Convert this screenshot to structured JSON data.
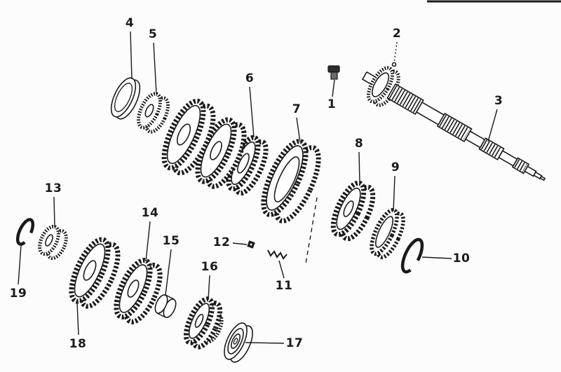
{
  "colors": {
    "ink": "#1a1a1a",
    "paper": "#fcfcfc"
  },
  "diagram": {
    "callouts": [
      {
        "label": "1"
      },
      {
        "label": "2"
      },
      {
        "label": "3"
      },
      {
        "label": "4"
      },
      {
        "label": "5"
      },
      {
        "label": "6"
      },
      {
        "label": "7"
      },
      {
        "label": "8"
      },
      {
        "label": "9"
      },
      {
        "label": "10"
      },
      {
        "label": "11"
      },
      {
        "label": "12"
      },
      {
        "label": "13"
      },
      {
        "label": "14"
      },
      {
        "label": "15"
      },
      {
        "label": "16"
      },
      {
        "label": "17"
      },
      {
        "label": "18"
      },
      {
        "label": "19"
      }
    ]
  }
}
